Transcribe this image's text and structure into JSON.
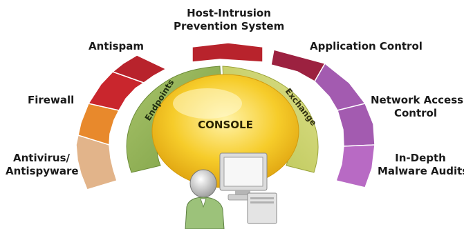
{
  "center": {
    "label": "CONSOLE"
  },
  "inner_ring": {
    "left_label": "Endpoints",
    "right_label": "Exchange"
  },
  "modules": [
    {
      "id": "antivirus",
      "lines": [
        "Antivirus/",
        "Antispyware"
      ],
      "color": "#e2b48a"
    },
    {
      "id": "firewall",
      "lines": [
        "Firewall"
      ],
      "color": "#e8892c"
    },
    {
      "id": "antispam",
      "lines": [
        "Antispam"
      ],
      "color": "#c9262d"
    },
    {
      "id": "hips",
      "lines": [
        "Host-Intrusion",
        "Prevention System"
      ],
      "color": "#b8232c"
    },
    {
      "id": "appcontrol",
      "lines": [
        "Application Control"
      ],
      "color": "#9c2140"
    },
    {
      "id": "nac",
      "lines": [
        "Network Access",
        "Control"
      ],
      "color": "#a35bb0"
    },
    {
      "id": "malware",
      "lines": [
        "In-Depth",
        "Malware Audits"
      ],
      "color": "#b86ac4"
    }
  ],
  "colors": {
    "inner_left": "#8fb357",
    "inner_right": "#c4cf5a",
    "console": "#f2c21d",
    "user_shirt": "#9cc27a"
  }
}
